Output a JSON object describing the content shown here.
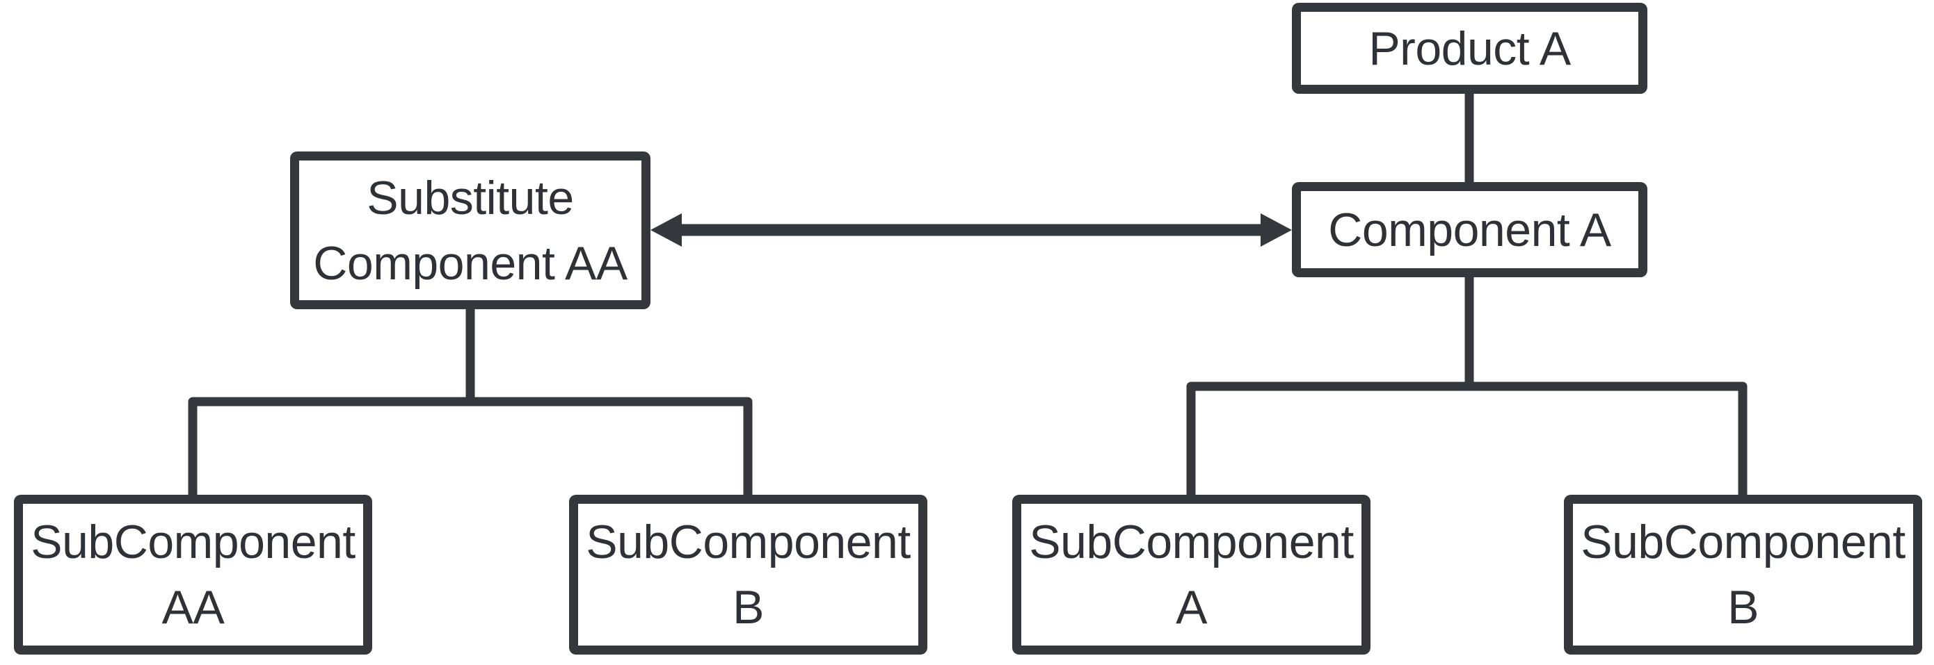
{
  "diagram": {
    "type": "hierarchy-tree",
    "background_color": "#ffffff",
    "line_color": "#34373c",
    "text_color": "#2e3237",
    "nodes": {
      "product_a": {
        "lines": [
          "Product A"
        ]
      },
      "component_a": {
        "lines": [
          "Component A"
        ]
      },
      "substitute_aa": {
        "lines": [
          "Substitute",
          "Component AA"
        ]
      },
      "subcomponent_aa": {
        "lines": [
          "SubComponent",
          "AA"
        ]
      },
      "subcomponent_b_left": {
        "lines": [
          "SubComponent",
          "B"
        ]
      },
      "subcomponent_a_right": {
        "lines": [
          "SubComponent",
          "A"
        ]
      },
      "subcomponent_b_right": {
        "lines": [
          "SubComponent",
          "B"
        ]
      }
    },
    "edges": [
      {
        "from": "Product A",
        "to": "Component A",
        "style": "straight-line"
      },
      {
        "from": "Component A",
        "to": "SubComponent A",
        "style": "elbow"
      },
      {
        "from": "Component A",
        "to": "SubComponent B",
        "style": "elbow"
      },
      {
        "from": "Substitute Component AA",
        "to": "SubComponent AA",
        "style": "elbow"
      },
      {
        "from": "Substitute Component AA",
        "to": "SubComponent B",
        "style": "elbow"
      },
      {
        "from": "Substitute Component AA",
        "to": "Component A",
        "style": "double-headed-arrow"
      }
    ]
  }
}
